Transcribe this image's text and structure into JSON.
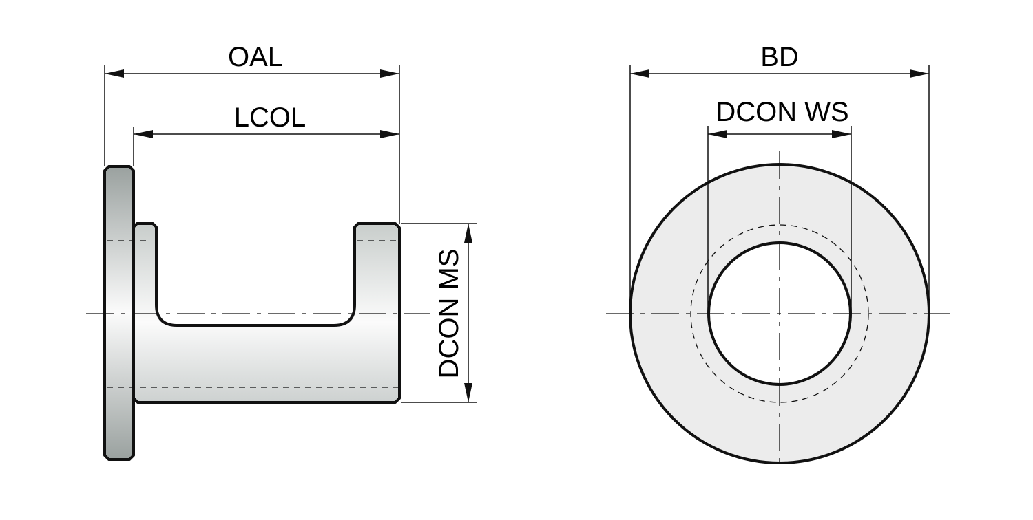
{
  "labels": {
    "oal": "OAL",
    "lcol": "LCOL",
    "dcon_ms": "DCON MS",
    "bd": "BD",
    "dcon_ws": "DCON WS"
  },
  "colors": {
    "line": "#111111",
    "fill_light": "#ececec",
    "flange_dark": "#9aa19f"
  }
}
